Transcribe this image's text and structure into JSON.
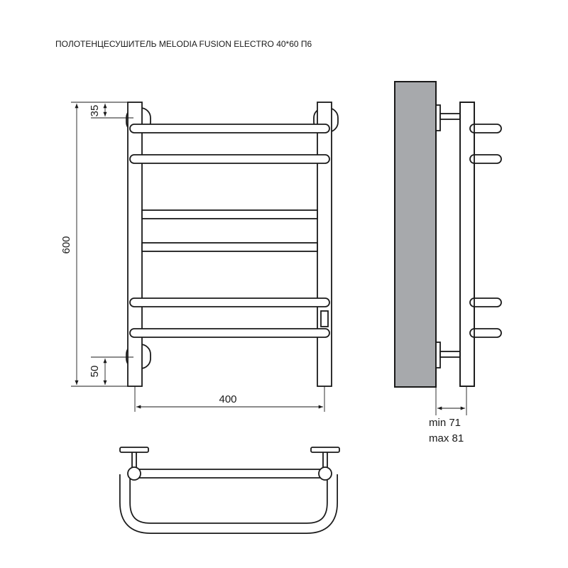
{
  "title": "ПОЛОТЕНЦЕСУШИТЕЛЬ MELODIA FUSION ELECTRO 40*60 П6",
  "dimensions": {
    "height": "600",
    "width": "400",
    "top_offset": "35",
    "bottom_offset": "50",
    "depth_min": "min 71",
    "depth_max": "max 81"
  },
  "colors": {
    "line": "#1a1a1a",
    "wall": "#a7a9ac",
    "background": "#ffffff"
  }
}
